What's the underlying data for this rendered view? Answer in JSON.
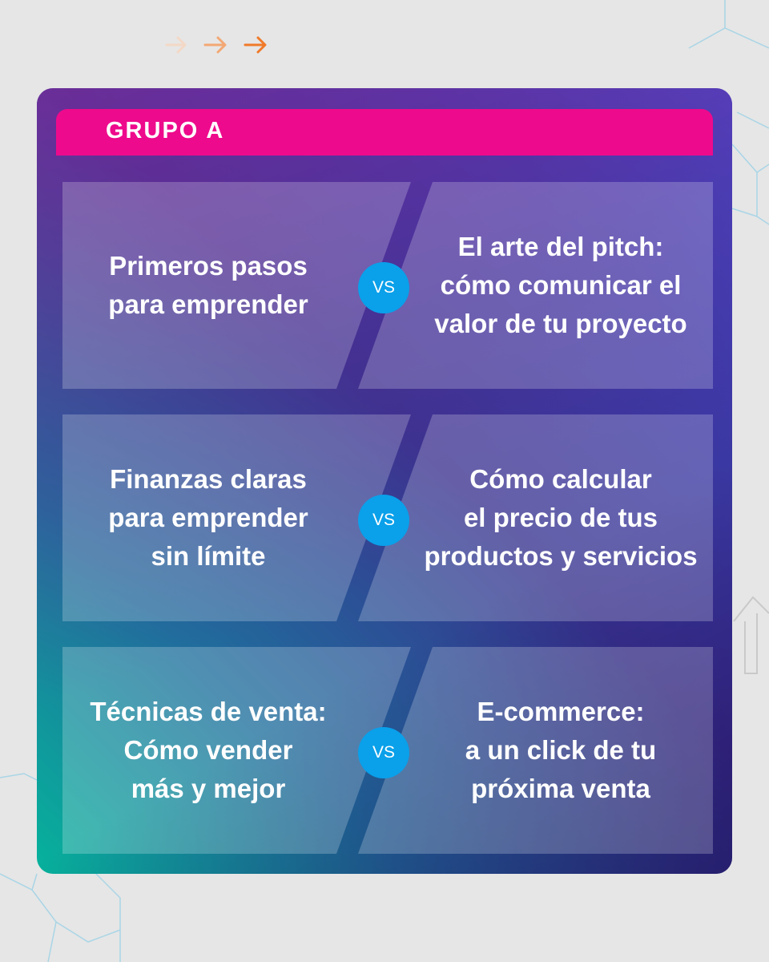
{
  "header": {
    "group_label": "GRUPO A"
  },
  "colors": {
    "accent_pink": "#ee0a8c",
    "vs_blue": "#0aa0ea",
    "arrow_orange": "#f07a2a"
  },
  "matchups": [
    {
      "left": "Primeros pasos\npara emprender",
      "vs": "VS",
      "right": "El arte del pitch:\ncómo comunicar el\nvalor de tu proyecto"
    },
    {
      "left": "Finanzas claras\npara emprender\nsin límite",
      "vs": "VS",
      "right": "Cómo calcular\nel precio de tus\nproductos y servicios"
    },
    {
      "left": "Técnicas de venta:\nCómo vender\nmás y mejor",
      "vs": "VS",
      "right": "E-commerce:\na un click de tu\npróxima venta"
    }
  ],
  "icons": [
    "arrow-right-icon",
    "arrow-up-outline-icon"
  ]
}
